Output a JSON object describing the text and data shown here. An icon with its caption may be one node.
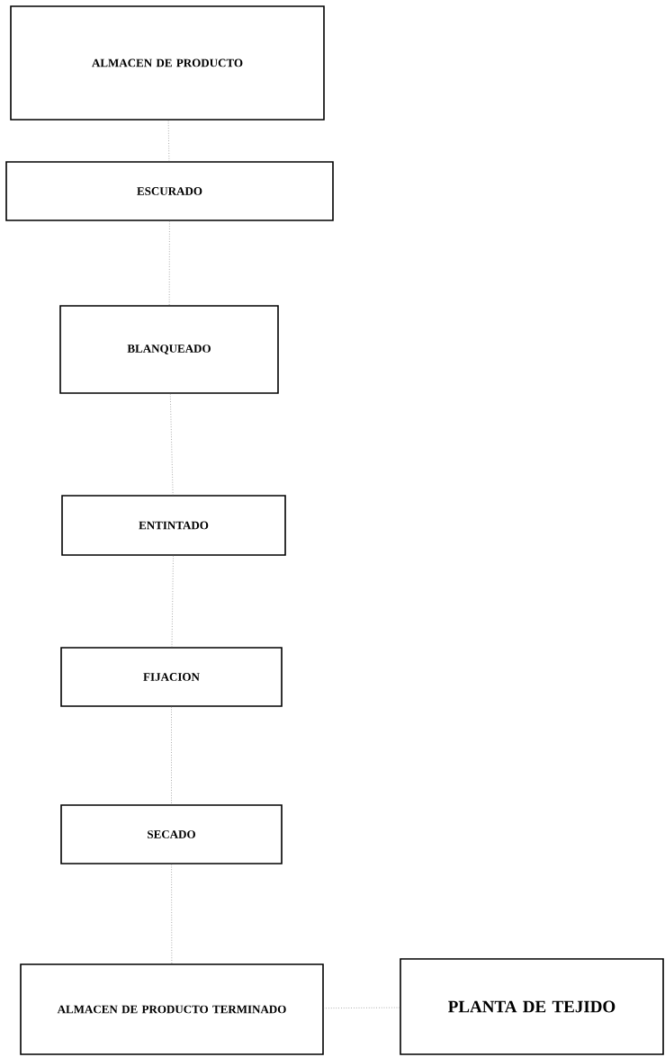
{
  "diagram": {
    "nodes": [
      {
        "text": [
          "ALMACEN DE PRODUCTO"
        ]
      },
      {
        "text": [
          "ESCURADO"
        ]
      },
      {
        "text": [
          "BLANQUEADO"
        ]
      },
      {
        "text": [
          "ENTINTADO"
        ]
      },
      {
        "text": [
          "FIJACION"
        ]
      },
      {
        "text": [
          "SECADO"
        ]
      },
      {
        "text": [
          "ALMACEN DE PRODUCTO TERMINADO"
        ]
      },
      {
        "text": [
          "PLANTA DE TEJIDO"
        ]
      }
    ],
    "edges": [
      {
        "from": 0,
        "to": 1,
        "arrow": "none"
      },
      {
        "from": 1,
        "to": 2,
        "arrow": "none"
      },
      {
        "from": 2,
        "to": 3,
        "arrow": "none"
      },
      {
        "from": 3,
        "to": 4,
        "arrow": "none"
      },
      {
        "from": 4,
        "to": 5,
        "arrow": "none"
      },
      {
        "from": 5,
        "to": 6,
        "arrow": "none"
      },
      {
        "from": 7,
        "to": 6,
        "arrow": "none"
      }
    ]
  }
}
